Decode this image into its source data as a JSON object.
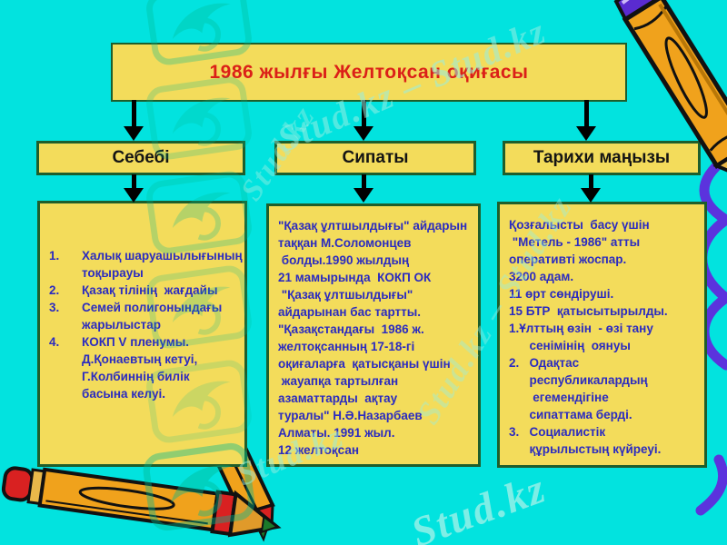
{
  "slide": {
    "title": "1986 жылғы  Желтоқсан  оқиғасы",
    "columns": [
      {
        "header": "Себебі",
        "items": [
          {
            "num": "1.",
            "text": "Халық шаруашылығының\nтоқырауы"
          },
          {
            "num": "2.",
            "text": "Қазақ тілінің  жағдайы"
          },
          {
            "num": "3.",
            "text": "Семей полигонындағы\nжарылыстар"
          },
          {
            "num": "4.",
            "text": "КОКП V пленумы.\nД.Қонаевтың кетуі,\nГ.Колбиннің билік\nбасына келуі."
          }
        ]
      },
      {
        "header": "Сипаты",
        "text": "\"Қазақ ұлтшылдығы\" айдарын\nтаққан М.Соломонцев\n болды.1990 жылдың\n21 мамырында  КОКП ОК\n \"Қазақ ұлтшылдығы\"\nайдарынан бас тартты.\n\"Қазақстандағы  1986 ж.\nжелтоқсанның 17-18-гі\nоқиғаларға  қатысқаны үшін\n жауапқа тартылған\nазаматтарды  ақтау\nтуралы\" Н.Ә.Назарбаев\nАлматы. 1991 жыл.\n12 желтоқсан"
      },
      {
        "header": "Тарихи маңызы",
        "text": "Қозғалысты  басу үшін\n \"Метель - 1986\" атты\nоперативті жоспар.\n3200 адам.\n11 өрт сөндіруші.\n15 БТР  қатысытырылды.\n1.Ұлттың өзін  - өзі тану\n      сенімінің  оянуы\n2.   Одақтас\n      республикалардың\n       егемендігіне\n      сипаттама берді.\n3.   Социалистік\n      құрылыстың күйреуі."
      }
    ]
  },
  "watermarks": {
    "brand": "Stud.kz",
    "texts": [
      {
        "text": "Stud.kz – Stud.kz"
      },
      {
        "text": "Stud.kz – Stud.kz"
      },
      {
        "text": "Stud.kz"
      },
      {
        "text": "Stud.kz"
      },
      {
        "text": "Stud.kz"
      }
    ]
  },
  "colors": {
    "background": "#02E3DF",
    "box_fill": "#F3DC5B",
    "box_border": "#1E5E2C",
    "title_text": "#DB2018",
    "header_text": "#141414",
    "body_text": "#2B2BC0",
    "arrow": "#000000",
    "squiggle": "#5B33DD",
    "pencil_body": "#F0A21C",
    "pencil_red": "#D92121",
    "pencil_cap": "#5A2BD0",
    "watermark_green": "#00B890"
  }
}
